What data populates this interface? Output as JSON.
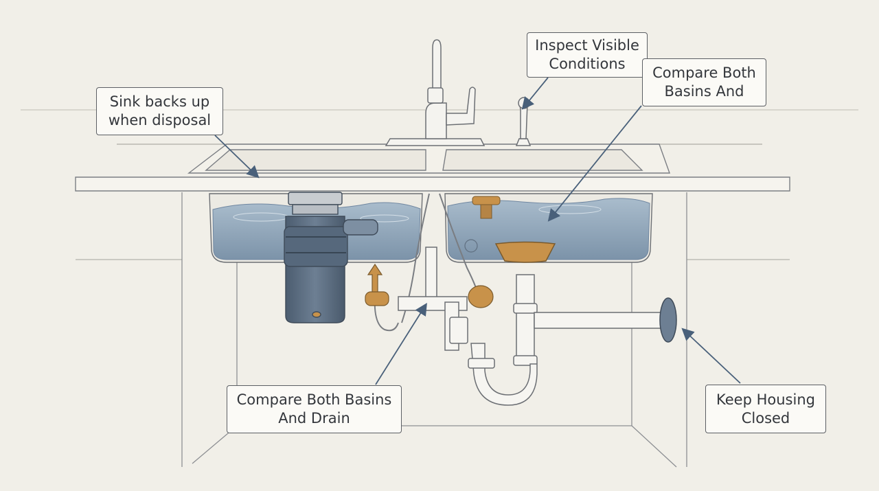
{
  "callouts": {
    "sink_backs_up": {
      "line1": "Sink backs up",
      "line2": "when disposal"
    },
    "inspect_visible": {
      "line1": "Inspect Visible",
      "line2": "Conditions"
    },
    "compare_top": {
      "line1": "Compare Both",
      "line2": "Basins And"
    },
    "compare_bottom": {
      "line1": "Compare Both Basins",
      "line2": "And Drain"
    },
    "keep_housing": {
      "line1": "Keep Housing",
      "line2": "Closed"
    }
  },
  "colors": {
    "background": "#f1efe8",
    "line": "#6b6e73",
    "water": "#8fa4b8",
    "disposal": "#5b6d80",
    "brass": "#c8924a",
    "arrow": "#49607a"
  }
}
